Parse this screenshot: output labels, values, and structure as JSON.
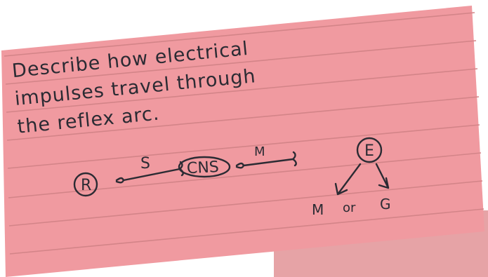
{
  "card": {
    "prompt_lines": [
      "Describe how electrical",
      "impulses travel through",
      "the reflex arc."
    ]
  },
  "diagram": {
    "receptor": "R",
    "sensory": "S",
    "cns": "CNS",
    "motor": "M",
    "effector": "E",
    "muscle": "M",
    "or_word": "or",
    "gland": "G"
  },
  "colors": {
    "card": "#f09aa0",
    "rule_line": "#d38488",
    "ink": "#2b2b33",
    "underlay": "#e6a3a6"
  }
}
